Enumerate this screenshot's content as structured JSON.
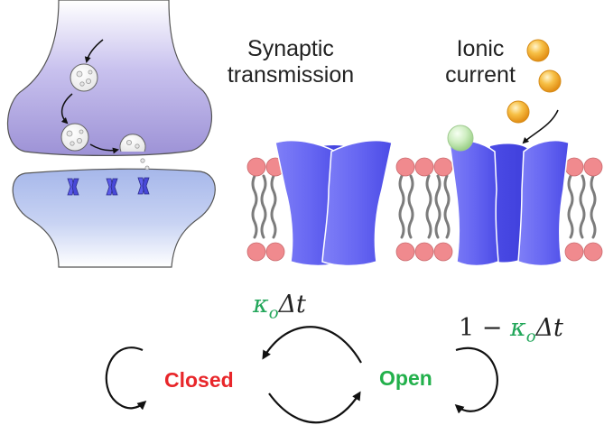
{
  "labels": {
    "synaptic_line1": "Synaptic",
    "synaptic_line2": "transmission",
    "ionic_line1": "Ionic",
    "ionic_line2": "current"
  },
  "states": {
    "closed": "Closed",
    "open": "Open"
  },
  "rates": {
    "open_to_closed_symbol": "κ",
    "open_to_closed_subscript": "o",
    "open_to_closed_delta": "Δt",
    "open_stay_prefix": "1 −",
    "open_stay_symbol": "κ",
    "open_stay_subscript": "o",
    "open_stay_delta": "Δt"
  },
  "colors": {
    "closed": "#e8262a",
    "open": "#22b04b",
    "kappa": "#22a65a",
    "text": "#222222",
    "channel": "#5b5bf0",
    "ion_orange": "#f5a623",
    "ion_green": "#b8e6a8",
    "lipid_head": "#f08a8e",
    "presynaptic": "#a59ad8",
    "postsynaptic": "#a3b5e8"
  },
  "icons": {
    "vesicle": "vesicle-icon",
    "ion": "ion-icon",
    "receptor": "receptor-icon"
  }
}
